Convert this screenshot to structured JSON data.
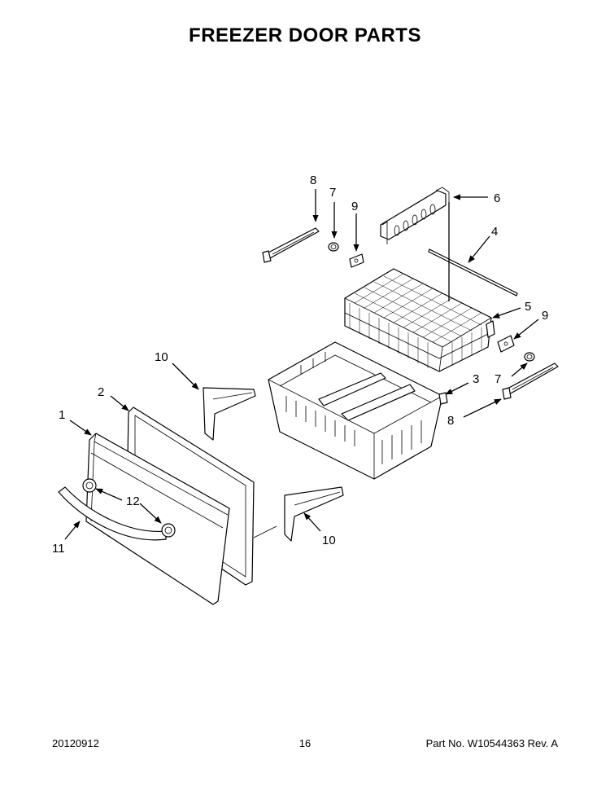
{
  "title": "FREEZER DOOR PARTS",
  "callouts": [
    {
      "id": "1",
      "label": "1"
    },
    {
      "id": "2",
      "label": "2"
    },
    {
      "id": "3",
      "label": "3"
    },
    {
      "id": "4",
      "label": "4"
    },
    {
      "id": "5",
      "label": "5"
    },
    {
      "id": "6",
      "label": "6"
    },
    {
      "id": "7a",
      "label": "7"
    },
    {
      "id": "7b",
      "label": "7"
    },
    {
      "id": "8a",
      "label": "8"
    },
    {
      "id": "8b",
      "label": "8"
    },
    {
      "id": "9a",
      "label": "9"
    },
    {
      "id": "9b",
      "label": "9"
    },
    {
      "id": "10a",
      "label": "10"
    },
    {
      "id": "10b",
      "label": "10"
    },
    {
      "id": "11",
      "label": "11"
    },
    {
      "id": "12",
      "label": "12"
    }
  ],
  "footer": {
    "date": "20120912",
    "page": "16",
    "part_number": "Part No.  W10544363  Rev.  A"
  }
}
